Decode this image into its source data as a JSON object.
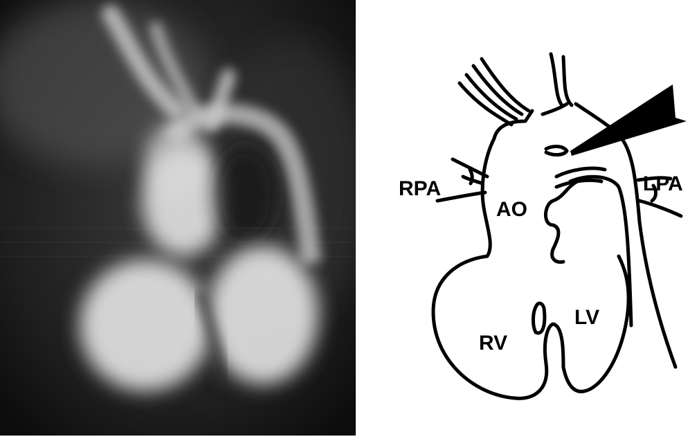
{
  "diagram": {
    "labels": {
      "rpa": "RPA",
      "lpa": "LPA",
      "ao": "AO",
      "rv": "RV",
      "lv": "LV"
    }
  },
  "colors": {
    "xray_background": "#1c1c1c",
    "xray_contrast": "#e6e6e6",
    "line": "#000000",
    "paper": "#ffffff"
  }
}
